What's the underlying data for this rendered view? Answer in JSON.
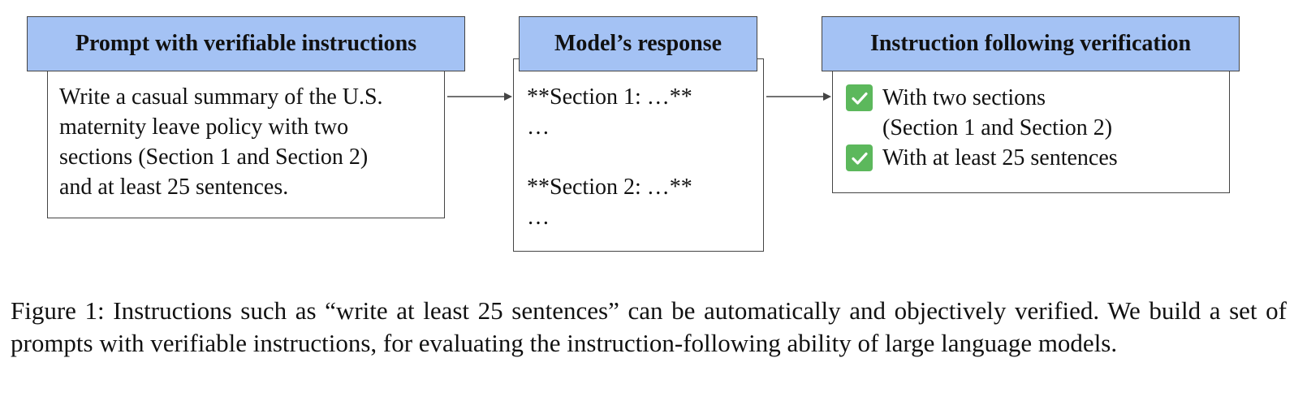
{
  "colors": {
    "header_fill": "#a4c2f4",
    "border": "#444444",
    "check_green": "#5cb85c"
  },
  "boxes": {
    "prompt": {
      "header": "Prompt with verifiable instructions",
      "lines": [
        "Write a casual summary of the U.S.",
        "maternity leave policy with two",
        "sections (Section 1 and Section 2)",
        "and at least 25 sentences."
      ]
    },
    "response": {
      "header": "Model’s response",
      "lines": [
        "**Section 1: …**",
        "…",
        "",
        "**Section 2: …**",
        "…"
      ]
    },
    "verification": {
      "header": "Instruction following verification",
      "checks": [
        {
          "icon": "check-mark-icon",
          "lines": [
            "With two sections",
            "(Section 1 and Section 2)"
          ]
        },
        {
          "icon": "check-mark-icon",
          "lines": [
            "With at least 25 sentences"
          ]
        }
      ]
    }
  },
  "caption": "Figure 1: Instructions such as “write at least 25 sentences” can be automatically and objectively verified. We build a set of prompts with verifiable instructions, for evaluating the instruction-following ability of large language models."
}
